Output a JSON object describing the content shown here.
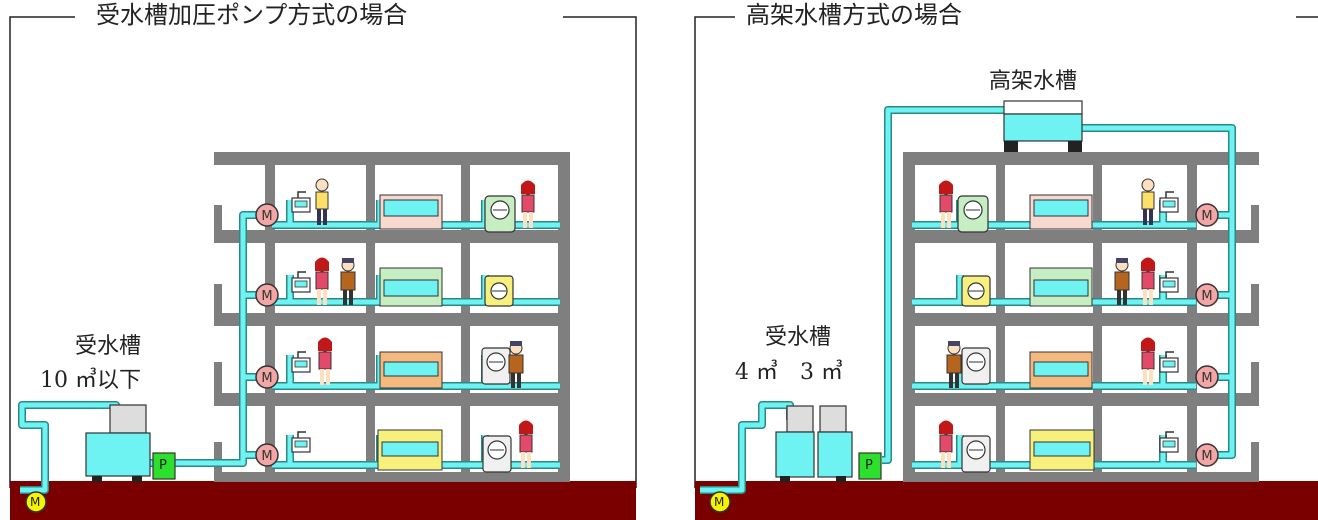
{
  "left_panel": {
    "title": "受水槽加圧ポンプ方式の場合",
    "tank_label": "受水槽",
    "tank_capacity": "10 ㎥以下",
    "pump_label": "P",
    "meter_label": "M"
  },
  "right_panel": {
    "title": "高架水槽方式の場合",
    "elevated_tank_label": "高架水槽",
    "tank_label": "受水槽",
    "tank_capacity": "4 ㎥　3 ㎥",
    "pump_label": "P",
    "meter_label": "M"
  },
  "colors": {
    "pipe": "#6ff2f2",
    "pipe_stroke": "#2a8a8a",
    "building": "#7f7f7f",
    "ground": "#7a0000",
    "meter": "#f3a6a6",
    "meter_ground": "#f5f500",
    "pump": "#2de02d",
    "bath_pink": "#f7d9cf",
    "bath_green": "#c6eec2",
    "bath_orange": "#f5b87e",
    "bath_yellow": "#f7f07d"
  }
}
